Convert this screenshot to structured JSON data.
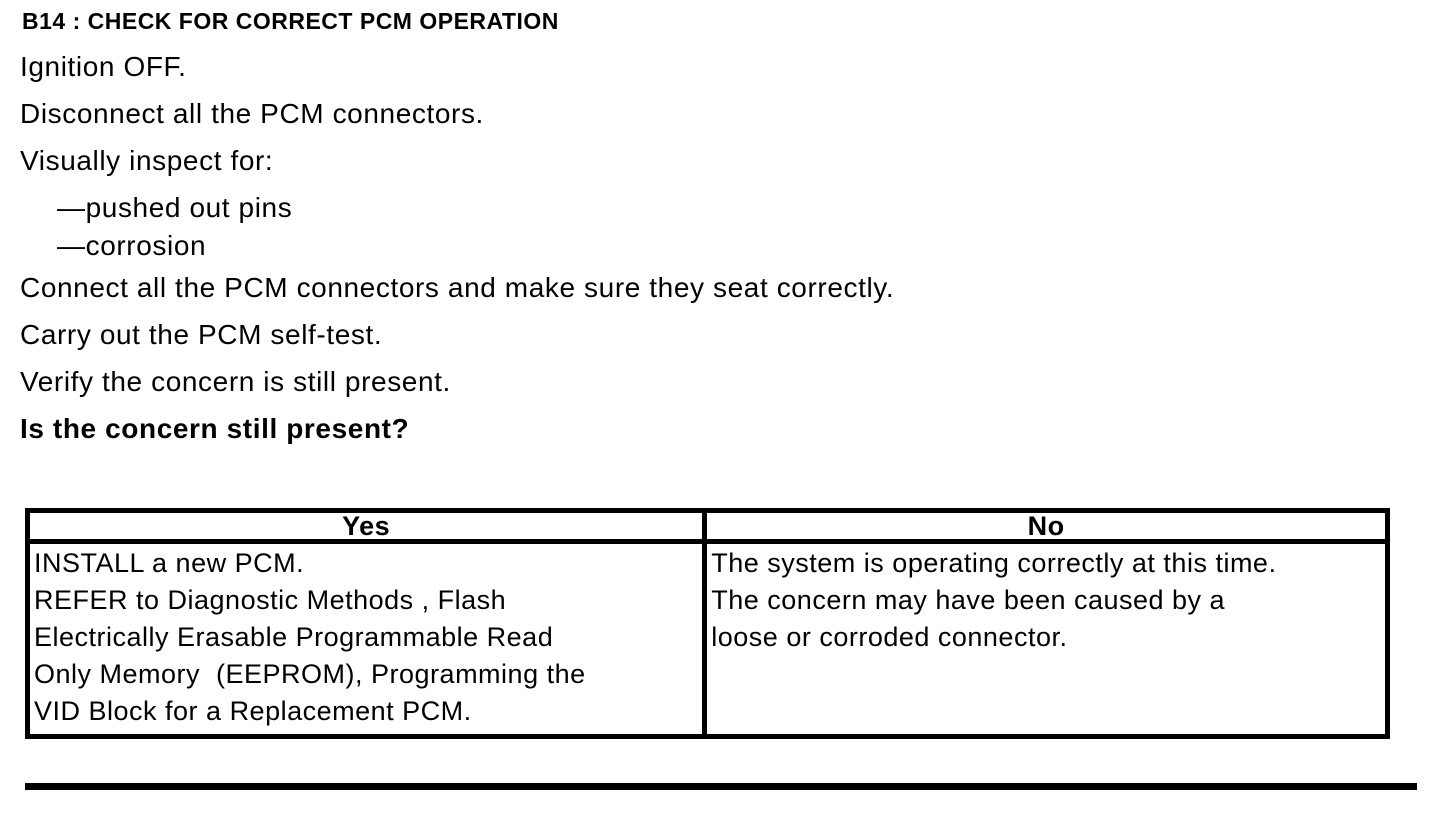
{
  "colors": {
    "text": "#000000",
    "background": "#ffffff",
    "table_border": "#000000"
  },
  "procedure": {
    "title": "B14 : CHECK FOR CORRECT PCM OPERATION",
    "instructions": [
      "Ignition OFF.",
      "Disconnect all the PCM connectors.",
      "Visually inspect for:"
    ],
    "inspection_items": [
      "—pushed out pins",
      "—corrosion"
    ],
    "instructions_after": [
      "Connect all the PCM connectors and make sure they seat correctly.",
      "Carry out the PCM self-test.",
      "Verify the concern is still present."
    ],
    "question": "Is the concern still present?"
  },
  "results_table": {
    "yes_header": "Yes",
    "no_header": "No",
    "yes_lines": [
      "INSTALL a new PCM.",
      "REFER to Diagnostic Methods , Flash",
      "Electrically Erasable Programmable Read",
      "Only Memory  (EEPROM), Programming the",
      "VID Block for a Replacement PCM."
    ],
    "no_lines": [
      "The system is operating correctly at this time.",
      "The concern may have been caused by a",
      "loose or corroded connector."
    ]
  }
}
